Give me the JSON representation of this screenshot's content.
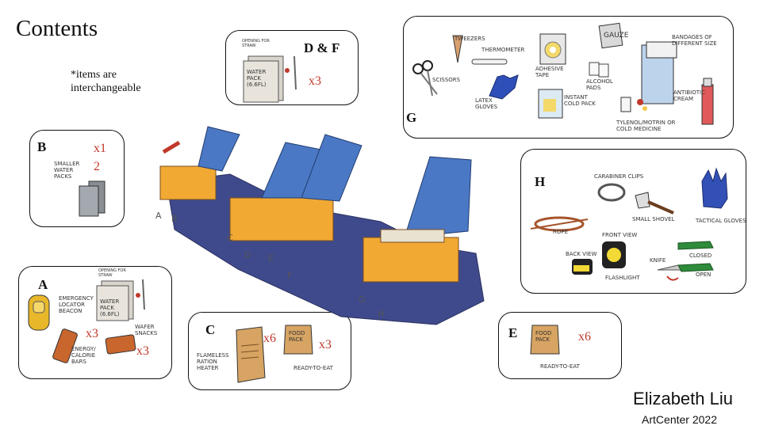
{
  "title": "Contents",
  "note": "*items are interchangeable",
  "author": "Elizabeth Liu",
  "school": "ArtCenter 2022",
  "colors": {
    "quantity": "#c0392b",
    "box": "#f2a933",
    "lid": "#4a78c4",
    "mat": "#3f4a8c"
  },
  "cards": {
    "df": {
      "letter": "D & F",
      "qty": "x3",
      "labels": {
        "opening": "OPENING FOR STRAW",
        "water": "WATER PACK (6.6fl)"
      }
    },
    "b": {
      "letter": "B",
      "qty1": "x1",
      "qty2": "2",
      "labels": {
        "smaller": "SMALLER WATER PACKS"
      }
    },
    "a": {
      "letter": "A",
      "qty1": "x3",
      "qty2": "x3",
      "labels": {
        "beacon": "EMERGENCY LOCATOR BEACON",
        "opening": "OPENING FOR STRAW",
        "water": "WATER PACK (6.6fl)",
        "wafer": "WAFER SNACKS",
        "bars": "ENERGY/ CALORIE BARS"
      }
    },
    "c": {
      "letter": "C",
      "qty1": "x6",
      "qty2": "x3",
      "labels": {
        "heater": "FLAMELESS RATION HEATER",
        "food": "FOOD PACK",
        "rte": "READY-TO-EAT"
      }
    },
    "e": {
      "letter": "E",
      "qty": "x6",
      "labels": {
        "food": "FOOD PACK",
        "rte": "READY-TO-EAT"
      }
    },
    "g": {
      "letter": "G",
      "labels": {
        "tweezers": "TWEEZERS",
        "thermometer": "THERMOMETER",
        "scissors": "SCISSORS",
        "gloves": "LATEX GLOVES",
        "tape": "ADHESIVE TAPE",
        "cold": "INSTANT COLD PACK",
        "gauze": "GAUZE",
        "pads": "ALCOHOL PADS",
        "bandages": "BANDAGES OF DIFFERENT SIZE",
        "cream": "ANTIBIOTIC CREAM",
        "tylenol": "TYLENOL/MOTRIN OR COLD MEDICINE"
      }
    },
    "h": {
      "letter": "H",
      "labels": {
        "carabiner": "CARABINER CLIPS",
        "shovel": "SMALL SHOVEL",
        "tgloves": "TACTICAL GLOVES",
        "rope": "ROPE",
        "front": "FRONT VIEW",
        "back": "BACK VIEW",
        "flash": "FLASHLIGHT",
        "knife": "KNIFE",
        "closed": "CLOSED",
        "open": "OPEN"
      }
    }
  },
  "compartments": [
    "A",
    "B",
    "C",
    "D",
    "E",
    "F",
    "G",
    "H"
  ]
}
